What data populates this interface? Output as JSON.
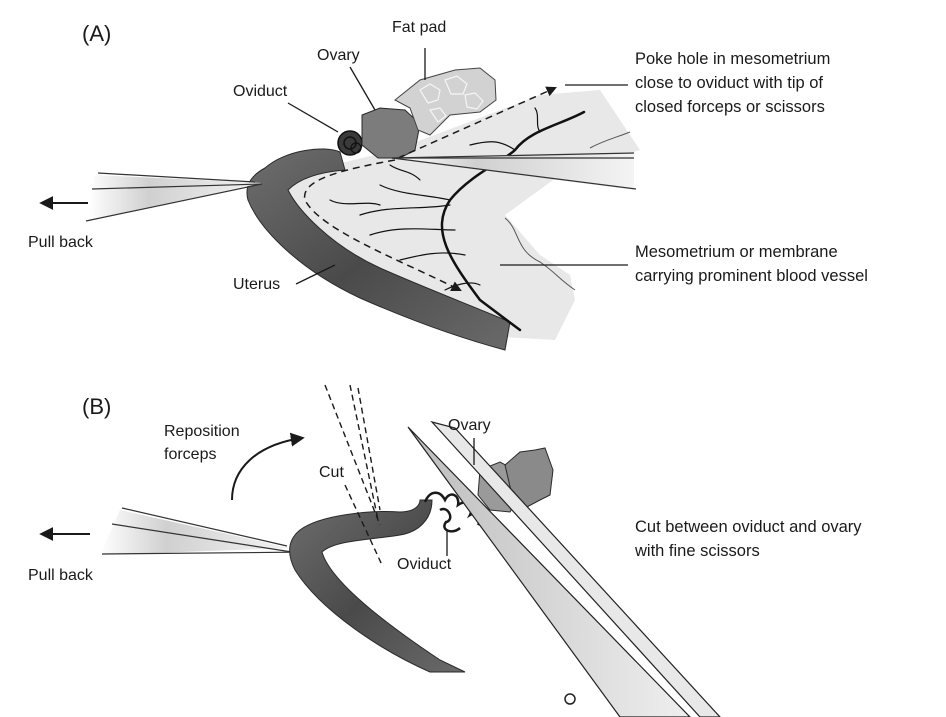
{
  "panel_a": {
    "panel_label": "(A)",
    "labels": {
      "fat_pad": "Fat pad",
      "ovary": "Ovary",
      "oviduct": "Oviduct",
      "uterus": "Uterus",
      "pull_back": "Pull back"
    },
    "instructions": {
      "poke_hole": [
        "Poke hole in mesometrium",
        "close to oviduct with tip of",
        "closed forceps or scissors"
      ],
      "mesometrium": [
        "Mesometrium or membrane",
        "carrying prominent blood vessel"
      ]
    }
  },
  "panel_b": {
    "panel_label": "(B)",
    "labels": {
      "reposition": [
        "Reposition",
        "forceps"
      ],
      "cut": "Cut",
      "ovary": "Ovary",
      "oviduct": "Oviduct",
      "pull_back": "Pull back"
    },
    "instructions": {
      "cut_between": [
        "Cut between oviduct and ovary",
        "with fine scissors"
      ]
    }
  },
  "colors": {
    "ink": "#1a1a1a",
    "uterus": "#5a5a5a",
    "membrane": "#e6e6e6",
    "ovary": "#7a7a7a",
    "fat_pad": "#cfcfcf"
  }
}
